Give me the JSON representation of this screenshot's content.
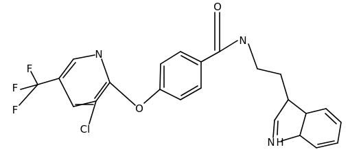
{
  "molecule": {
    "atom_labels": {
      "F1": "F",
      "F2": "F",
      "F3": "F",
      "N_pyridine": "N",
      "Cl": "Cl",
      "O_ether": "O",
      "O_carbonyl": "O",
      "N_amide": "N",
      "NH_indole": "N",
      "H_indole": "H"
    }
  }
}
